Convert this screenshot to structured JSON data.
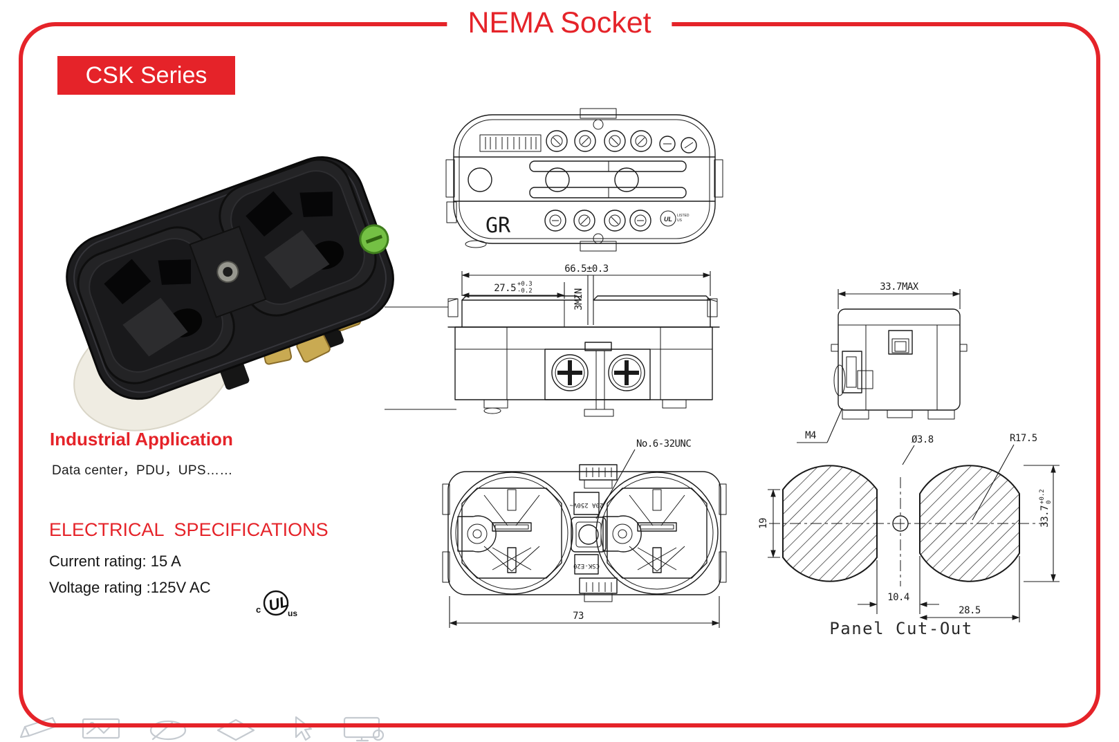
{
  "page": {
    "title": "NEMA Socket",
    "series_badge": "CSK Series",
    "accent_color": "#e52329"
  },
  "application": {
    "heading": "Industrial Application",
    "items": "Data center，PDU，UPS……"
  },
  "specifications": {
    "heading": "ELECTRICAL  SPECIFICATIONS",
    "current_rating": "Current rating: 15 A",
    "voltage_rating": "Voltage rating :125V AC"
  },
  "certification": {
    "c_prefix": "c",
    "ul_mark": "UL",
    "us_suffix": "us"
  },
  "drawings": {
    "back_view": {
      "gr_label": "GR",
      "ul_small": "UL",
      "listed_small": "LISTED",
      "us_small": "US"
    },
    "side_view": {
      "dim_total": "66.5±0.3",
      "dim_partial": "27.5",
      "tol_plus": "+0.3",
      "tol_minus": "-0.2",
      "dim_min": "3MIN"
    },
    "front_view": {
      "thread_callout": "No.6-32UNC",
      "dim_width": "73",
      "rating_label": "20A 250V~",
      "model_label": "CSK-E20"
    },
    "end_view": {
      "dim_width": "33.7MAX",
      "screw_callout": "M4"
    },
    "panel_cutout": {
      "caption": "Panel Cut-Out",
      "dim_hole": "Ø3.8",
      "dim_radius": "R17.5",
      "dim_flat_height": "19",
      "dim_height": "33.7",
      "height_tol_plus": "+0.2",
      "height_tol_minus": "0",
      "dim_gap": "10.4",
      "dim_span": "28.5"
    }
  }
}
